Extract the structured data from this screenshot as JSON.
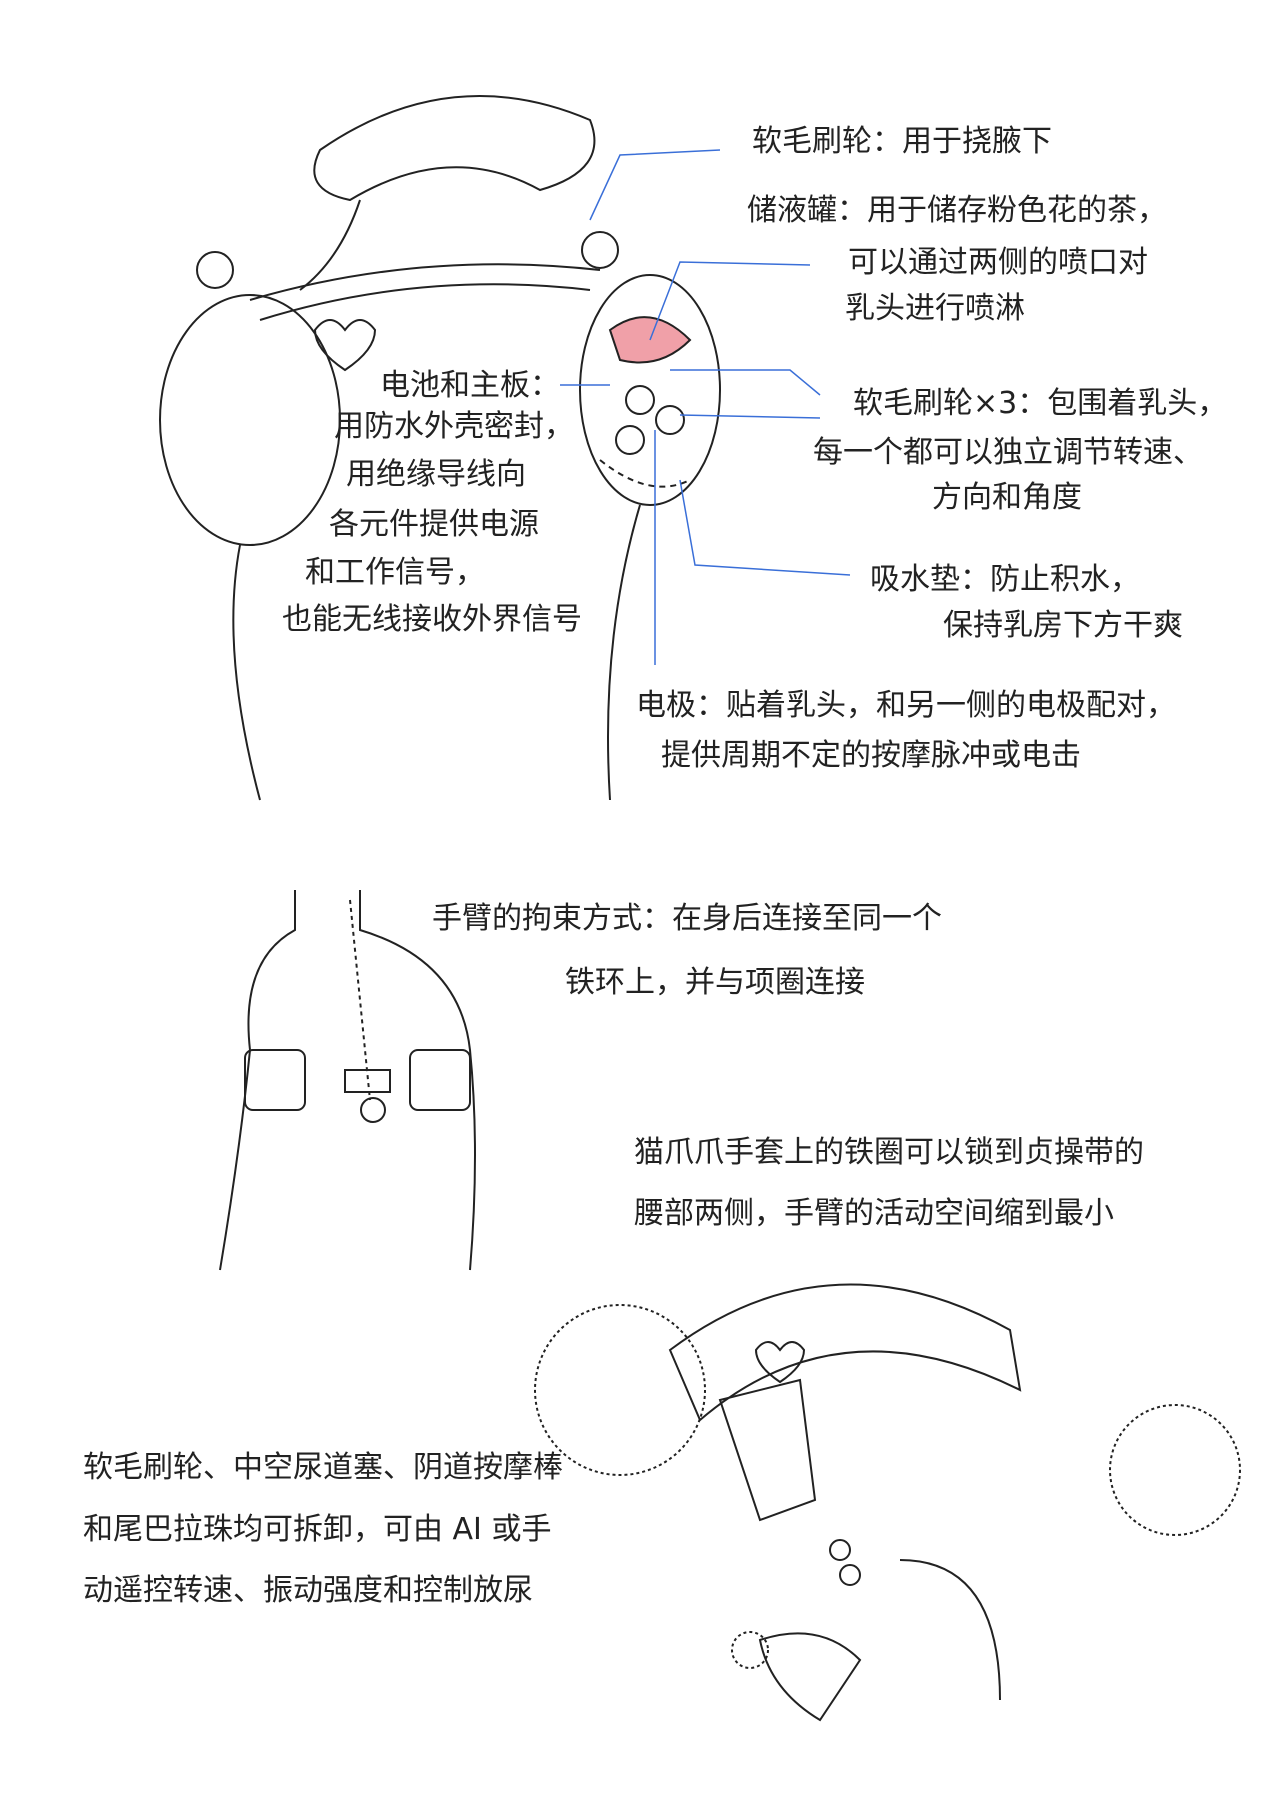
{
  "colors": {
    "leader": "#3a6fd8",
    "ink": "#222222",
    "tank": "#f0a0a8"
  },
  "top_figure": {
    "armpit_brush": "软毛刷轮：用于挠腋下",
    "tank": [
      "储液罐：用于储存粉色花的茶，",
      "可以通过两侧的喷口对",
      "乳头进行喷淋"
    ],
    "battery": [
      "电池和主板：",
      "用防水外壳密封，",
      "用绝缘导线向",
      "各元件提供电源",
      "和工作信号，",
      "也能无线接收外界信号"
    ],
    "brushes": [
      "软毛刷轮×3：包围着乳头，",
      "每一个都可以独立调节转速、",
      "方向和角度"
    ],
    "pad": [
      "吸水垫：防止积水，",
      "保持乳房下方干爽"
    ],
    "electrode": [
      "电极：贴着乳头，和另一侧的电极配对，",
      "提供周期不定的按摩脉冲或电击"
    ]
  },
  "middle_figure": {
    "arm_restraint": [
      "手臂的拘束方式：在身后连接至同一个",
      "铁环上，并与项圈连接"
    ],
    "paw_gloves": [
      "猫爪爪手套上的铁圈可以锁到贞操带的",
      "腰部两侧，手臂的活动空间缩到最小"
    ]
  },
  "bottom_figure": {
    "detachable": [
      "软毛刷轮、中空尿道塞、阴道按摩棒",
      "和尾巴拉珠均可拆卸，可由 AI 或手",
      "动遥控转速、振动强度和控制放尿"
    ]
  }
}
